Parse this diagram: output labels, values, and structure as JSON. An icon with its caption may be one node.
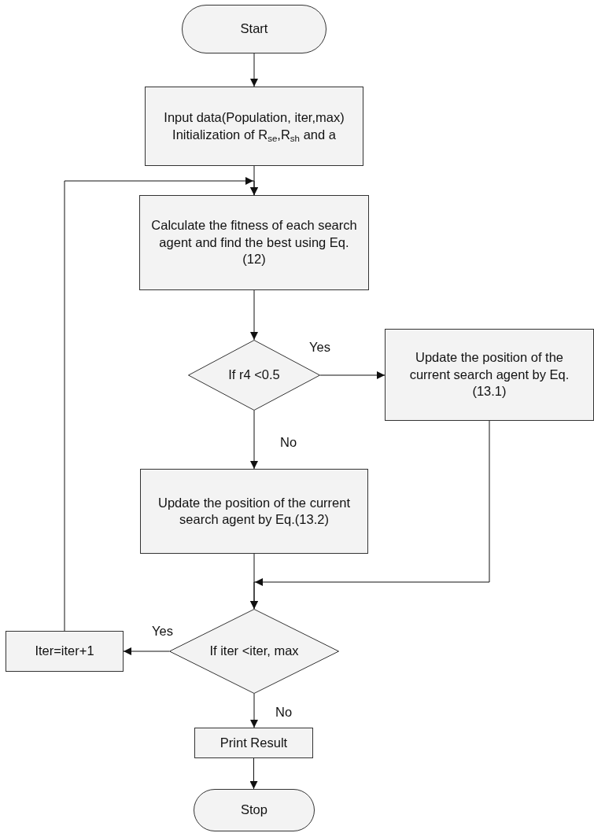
{
  "diagram": {
    "nodes": [
      {
        "text": [
          "Start"
        ]
      },
      {
        "text": [
          "Input data(Population, iter,max)",
          "Initialization of R$_{se}$,R$_{sh}$ and a"
        ]
      },
      {
        "text": [
          "Calculate the fitness of each search agent and find the best using Eq.(12)"
        ]
      },
      {
        "text": [
          "If r4 <0.5"
        ]
      },
      {
        "text": [
          "Update the position of the current search agent by Eq.(13.1)"
        ]
      },
      {
        "text": [
          "Update the position of the current search agent by Eq.(13.2)"
        ]
      },
      {
        "text": [
          "If iter <iter, max"
        ]
      },
      {
        "text": [
          "Iter=iter+1"
        ]
      },
      {
        "text": [
          "Print Result"
        ]
      },
      {
        "text": [
          "Stop"
        ]
      }
    ],
    "edges": [
      {
        "from": 0,
        "to": 1,
        "arrow": "to"
      },
      {
        "from": 1,
        "to": 2,
        "arrow": "to"
      },
      {
        "from": 2,
        "to": 3,
        "arrow": "to"
      },
      {
        "from": 3,
        "to": 4,
        "arrow": "to",
        "label": "Yes"
      },
      {
        "from": 3,
        "to": 5,
        "arrow": "to",
        "label": "No"
      },
      {
        "from": 5,
        "to": 6,
        "arrow": "to"
      },
      {
        "from": 4,
        "to": 6,
        "arrow": "to"
      },
      {
        "from": 6,
        "to": 7,
        "arrow": "to",
        "label": "Yes"
      },
      {
        "from": 7,
        "to": 2,
        "arrow": "to"
      },
      {
        "from": 6,
        "to": 8,
        "arrow": "to",
        "label": "No"
      },
      {
        "from": 8,
        "to": 9,
        "arrow": "to"
      }
    ]
  }
}
